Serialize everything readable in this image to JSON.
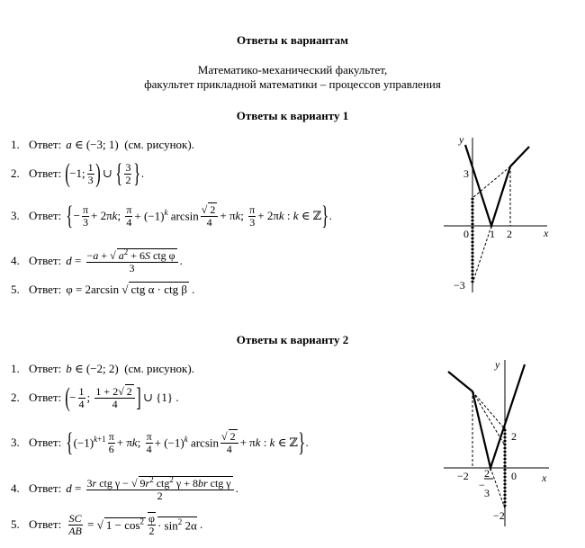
{
  "header": {
    "title": "Ответы к вариантам",
    "faculty_line1": "Математико-механический факультет,",
    "faculty_line2": "факультет прикладной математики – процессов управления"
  },
  "variant1": {
    "title": "Ответы к варианту 1",
    "answer_label": "Ответ:",
    "see_figure": "(см. рисунок)."
  },
  "variant2": {
    "title": "Ответы к варианту 2",
    "answer_label": "Ответ:",
    "see_figure": "(см. рисунок)."
  },
  "graph1": {
    "axis_y": "y",
    "axis_x": "x",
    "ticks": [
      "3",
      "0",
      "1",
      "2",
      "−3"
    ]
  },
  "graph2": {
    "axis_y": "y",
    "axis_x": "x",
    "ticks": [
      "−2",
      "2",
      "3",
      "0",
      "2",
      "−2"
    ]
  }
}
